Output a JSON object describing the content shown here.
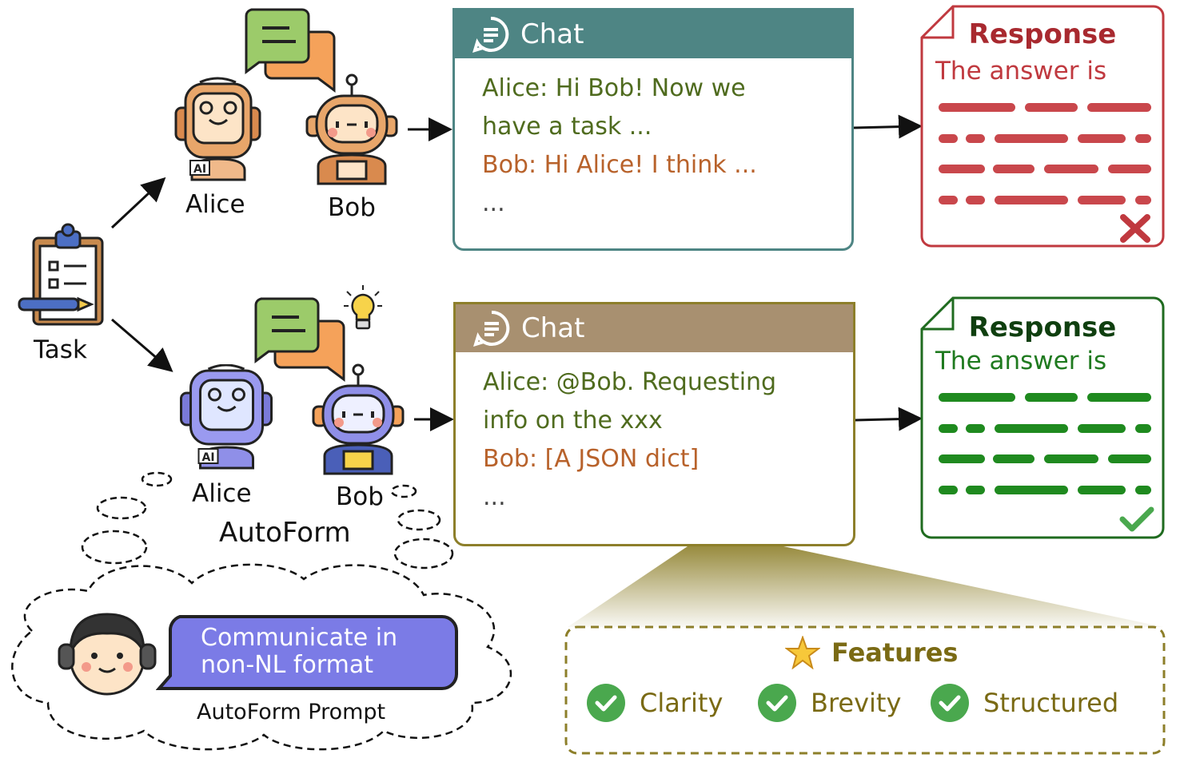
{
  "task": {
    "label": "Task"
  },
  "top": {
    "alice_label": "Alice",
    "bob_label": "Bob",
    "chat": {
      "title": "Chat",
      "lines": [
        {
          "text": "Alice: Hi Bob! Now we",
          "speaker": "alice"
        },
        {
          "text": "have a task ...",
          "speaker": "alice"
        },
        {
          "text": "Bob: Hi Alice! I think ...",
          "speaker": "bob"
        },
        {
          "text": "...",
          "speaker": "none"
        }
      ]
    },
    "response": {
      "title": "Response",
      "subtitle": "The answer is",
      "verdict_icon": "cross-icon",
      "color": "#c0393f"
    }
  },
  "bottom": {
    "alice_label": "Alice",
    "bob_label": "Bob",
    "group_label": "AutoForm",
    "chat": {
      "title": "Chat",
      "lines": [
        {
          "text": "Alice: @Bob. Requesting",
          "speaker": "alice"
        },
        {
          "text": "info on the xxx",
          "speaker": "alice"
        },
        {
          "text": "Bob: [A JSON dict]",
          "speaker": "bob"
        },
        {
          "text": "...",
          "speaker": "none"
        }
      ]
    },
    "response": {
      "title": "Response",
      "subtitle": "The answer is",
      "verdict_icon": "check-icon",
      "color": "#1f8a1f"
    }
  },
  "prompt": {
    "bubble_line1": "Communicate in",
    "bubble_line2": "non-NL format",
    "caption": "AutoForm Prompt"
  },
  "features": {
    "title": "Features",
    "items": [
      "Clarity",
      "Brevity",
      "Structured"
    ]
  },
  "colors": {
    "top_chat_header": "#4e8584",
    "bottom_chat_header": "#a89070",
    "wrong": "#c0393f",
    "right": "#1f8a1f",
    "speech_green": "#9ccb6a",
    "speech_orange": "#f5a25a",
    "bubble_purple": "#7b7be6"
  }
}
